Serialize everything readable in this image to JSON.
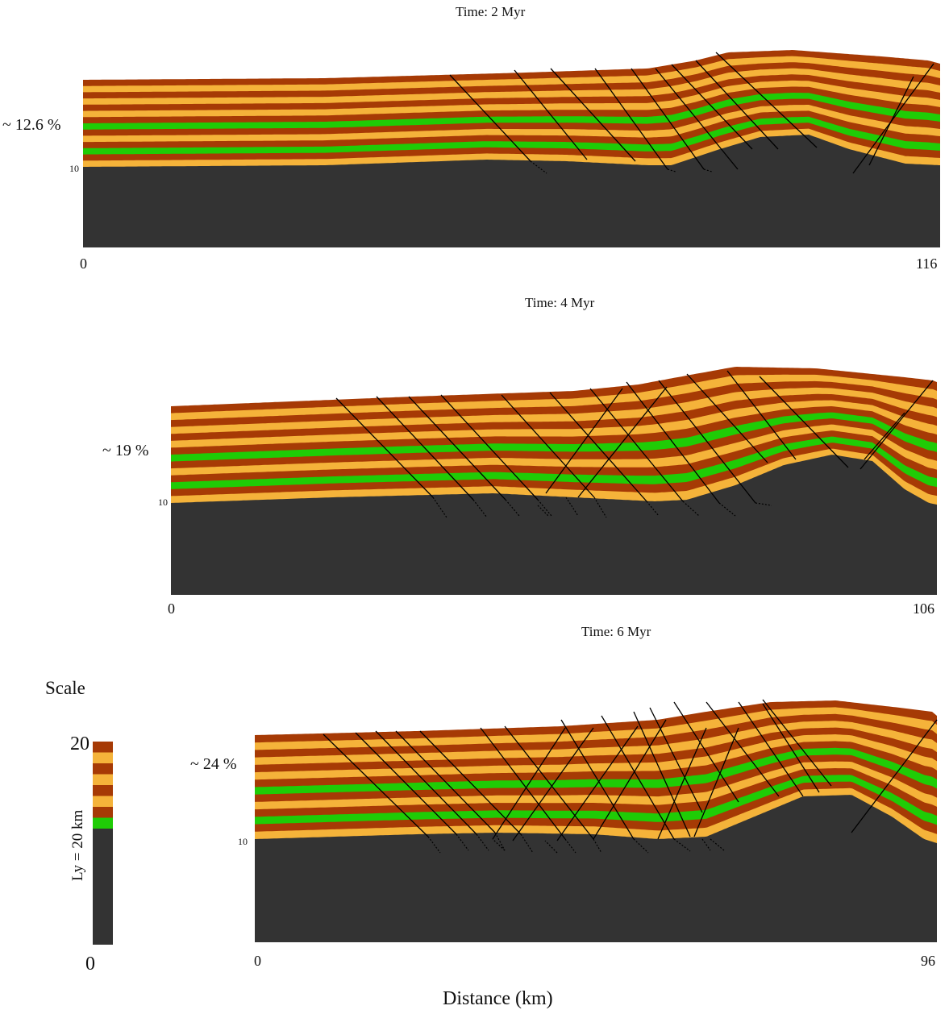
{
  "colors": {
    "basement": "#333333",
    "layer_cycle": [
      "#a63a05",
      "#f5b33a",
      "#a63a05",
      "#f5b33a",
      "#a63a05",
      "#f5b33a",
      "#a63a05",
      "#1fcc06",
      "#a63a05",
      "#f5b33a",
      "#a63a05",
      "#1fcc06"
    ],
    "fault_line": "#000000"
  },
  "panels": [
    {
      "title": "Time: 2 Myr",
      "shortening": "~ 12.6 %",
      "depth_tick": "10",
      "x_start": "0",
      "x_end": "116"
    },
    {
      "title": "Time: 4 Myr",
      "shortening": "~ 19 %",
      "depth_tick": "10",
      "x_start": "0",
      "x_end": "106"
    },
    {
      "title": "Time: 6 Myr",
      "shortening": "~ 24 %",
      "depth_tick": "10",
      "x_start": "0",
      "x_end": "96"
    }
  ],
  "scale": {
    "title": "Scale",
    "top": "20",
    "bottom": "0",
    "label": "Ly = 20 km"
  },
  "xlabel": "Distance (km)"
}
